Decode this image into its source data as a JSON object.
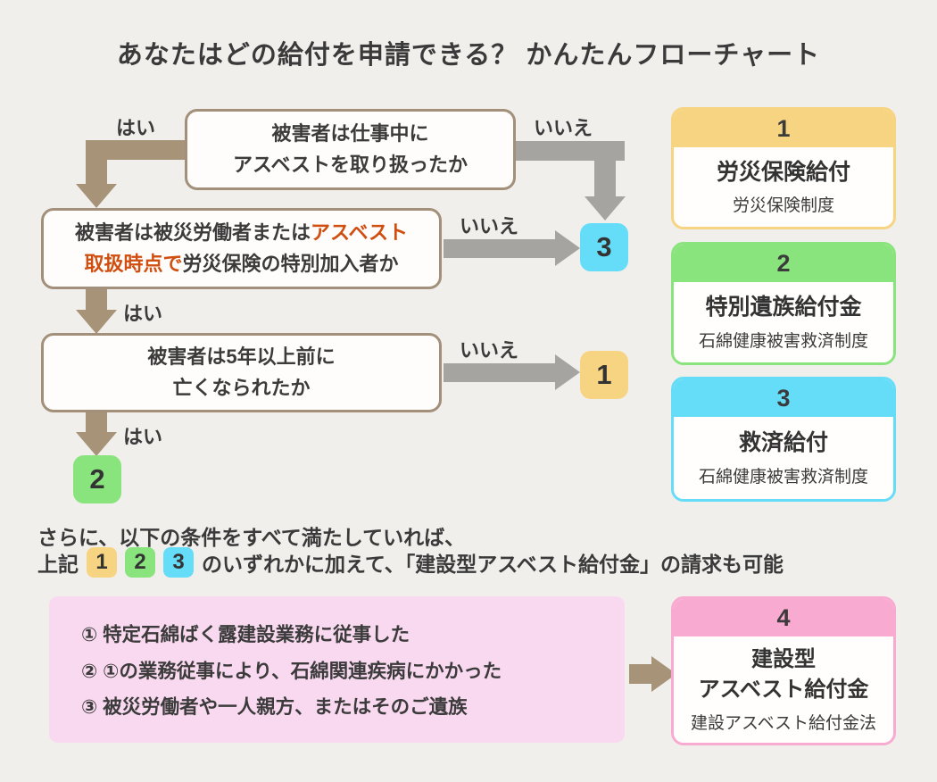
{
  "page": {
    "title": "あなたはどの給付を申請できる？ かんたんフローチャート",
    "background_color": "#f1efec"
  },
  "flow": {
    "labels": {
      "yes": "はい",
      "no": "いいえ"
    },
    "q1": {
      "line1": "被害者は仕事中に",
      "line2": "アスベストを取り扱ったか"
    },
    "q2": {
      "l1_black": "被害者は被災労働者または",
      "l1_orange": "アスベスト",
      "l2_orange": "取扱時点で",
      "l2_black": "労災保険の特別加入者か",
      "highlight_color": "#d04e10"
    },
    "q3": {
      "line1": "被害者は5年以上前に",
      "line2": "亡くなられたか"
    },
    "badges": {
      "b1": "1",
      "b2": "2",
      "b3": "3"
    },
    "badge_colors": {
      "b1": "#f7d481",
      "b2": "#8ae47e",
      "b3": "#65ddf8"
    },
    "arrow_colors": {
      "yes": "#a79378",
      "no": "#a6a4a1"
    },
    "box_border_color": "#a3907a"
  },
  "cards": [
    {
      "num": "1",
      "name": "労災保険給付",
      "sub": "労災保険制度",
      "color": "#f7d481"
    },
    {
      "num": "2",
      "name": "特別遺族給付金",
      "sub": "石綿健康被害救済制度",
      "color": "#8ae47e"
    },
    {
      "num": "3",
      "name": "救済給付",
      "sub": "石綿健康被害救済制度",
      "color": "#65ddf8"
    },
    {
      "num": "4",
      "name_line1": "建設型",
      "name_line2": "アスベスト給付金",
      "sub": "建設アスベスト給付金法",
      "color": "#f9aad1"
    }
  ],
  "additional": {
    "line1": "さらに、以下の条件をすべて満たしていれば、",
    "line2_pre": "上記",
    "line2_post": "のいずれかに加えて、「建設型アスベスト給付金」の請求も可能",
    "conditions": [
      "①  特定石綿ばく露建設業務に従事した",
      "②  ①の業務従事により、石綿関連疾病にかかった",
      "③  被災労働者や一人親方、またはそのご遺族"
    ],
    "panel_color": "#f9d9ef"
  }
}
